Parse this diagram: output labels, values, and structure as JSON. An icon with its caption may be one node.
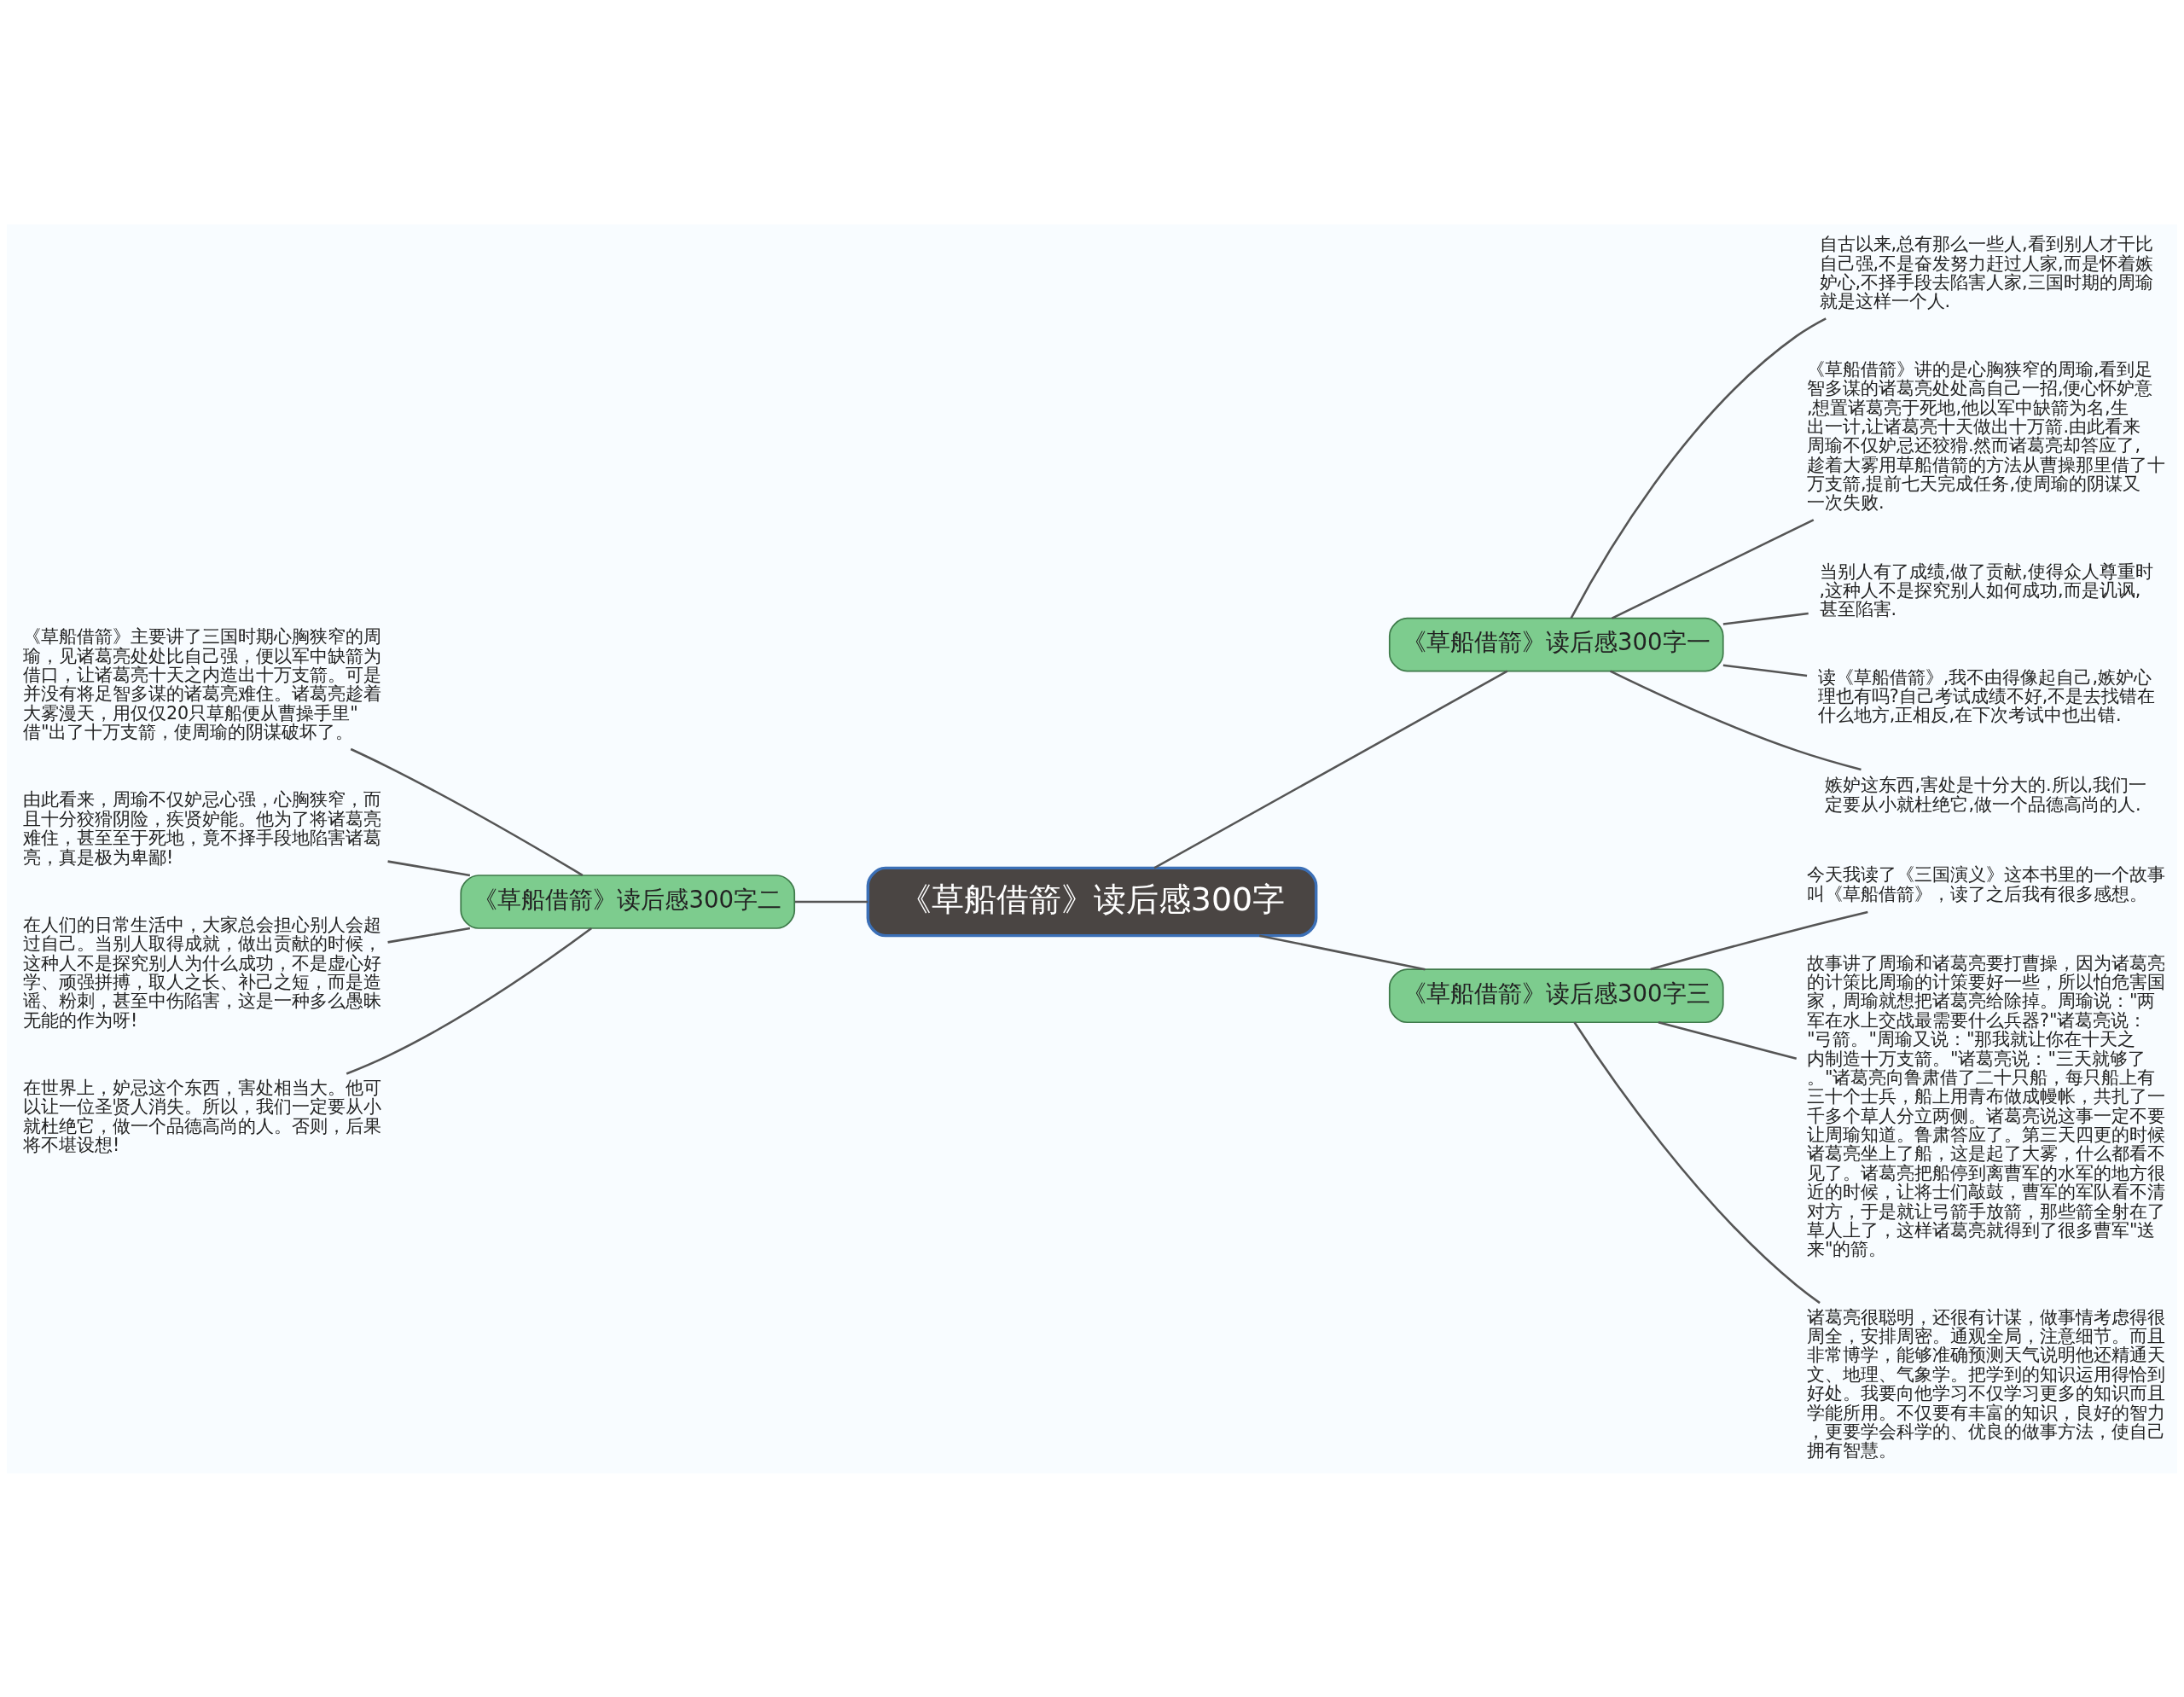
{
  "diagram": {
    "nodes": [
      {
        "text": [
          "《草船借箭》读后感300字"
        ]
      },
      {
        "text": [
          "《草船借箭》读后感300字一"
        ]
      },
      {
        "text": [
          "自古以来,总有那么一些人,看到别人才干比自己强,不是奋发努力赶过人家,而是怀着嫉妒心,不择手段去陷害人家,三国时期的周瑜就是这样一个人."
        ]
      },
      {
        "text": [
          "《草船借箭》讲的是心胸狭窄的周瑜,看到足智多谋的诸葛亮处处高自己一招,便心怀妒意,想置诸葛亮于死地,他以军中缺箭为名,生出一计,让诸葛亮十天做出十万箭.由此看来周瑜不仅妒忌还狡猾.然而诸葛亮却答应了,趁着大雾用草船借箭的方法从曹操那里借了十万支箭,提前七天完成任务,使周瑜的阴谋又一次失败."
        ]
      },
      {
        "text": [
          "当别人有了成绩,做了贡献,使得众人尊重时,这种人不是探究别人如何成功,而是讥讽,甚至陷害."
        ]
      },
      {
        "text": [
          "读《草船借箭》,我不由得像起自己,嫉妒心理也有吗?自己考试成绩不好,不是去找错在什么地方,正相反,在下次考试中也出错."
        ]
      },
      {
        "text": [
          "嫉妒这东西,害处是十分大的.所以,我们一定要从小就杜绝它,做一个品德高尚的人."
        ]
      },
      {
        "text": [
          "《草船借箭》读后感300字二"
        ]
      },
      {
        "text": [
          "《草船借箭》主要讲了三国时期心胸狭窄的周瑜，见诸葛亮处处比自己强，便以军中缺箭为借口，让诸葛亮十天之内造出十万支箭。可是并没有将足智多谋的诸葛亮难住。诸葛亮趁着大雾漫天，用仅仅20只草船便从曹操手里\"借\"出了十万支箭，使周瑜的阴谋破坏了。"
        ]
      },
      {
        "text": [
          "由此看来，周瑜不仅妒忌心强，心胸狭窄，而且十分狡猾阴险，疾贤妒能。他为了将诸葛亮难住，甚至至于死地，竟不择手段地陷害诸葛亮，真是极为卑鄙!"
        ]
      },
      {
        "text": [
          "在人们的日常生活中，大家总会担心别人会超过自己。当别人取得成就，做出贡献的时候，这种人不是探究别人为什么成功，不是虚心好学、顽强拼搏，取人之长、补己之短，而是造谣、粉刺，甚至中伤陷害，这是一种多么愚昧无能的作为呀!"
        ]
      },
      {
        "text": [
          "在世界上，妒忌这个东西，害处相当大。他可以让一位圣贤人消失。所以，我们一定要从小就杜绝它，做一个品德高尚的人。否则，后果将不堪设想!"
        ]
      },
      {
        "text": [
          "《草船借箭》读后感300字三"
        ]
      },
      {
        "text": [
          "今天我读了《三国演义》这本书里的一个故事叫《草船借箭》，读了之后我有很多感想。"
        ]
      },
      {
        "text": [
          "故事讲了周瑜和诸葛亮要打曹操，因为诸葛亮的计策比周瑜的计策要好一些，所以怕危害国家，周瑜就想把诸葛亮给除掉。周瑜说：\"两军在水上交战最需要什么兵器?\"诸葛亮说：\"弓箭。\"周瑜又说：\"那我就让你在十天之内制造十万支箭。\"诸葛亮说：\"三天就够了。\"诸葛亮向鲁肃借了二十只船，每只船上有三十个士兵，船上用青布做成幔帐，共扎了一千多个草人分立两侧。诸葛亮说这事一定不要让周瑜知道。鲁肃答应了。第三天四更的时候诸葛亮坐上了船，这是起了大雾，什么都看不见了。诸葛亮把船停到离曹军的水军的地方很近的时候，让将士们敲鼓，曹军的军队看不清对方，于是就让弓箭手放箭，那些箭全射在了草人上了，这样诸葛亮就得到了很多曹军\"送来\"的箭。"
        ]
      },
      {
        "text": [
          "诸葛亮很聪明，还很有计谋，做事情考虑得很周全，安排周密。通观全局，注意细节。而且非常博学，能够准确预测天气说明他还精通天文、地理、气象学。把学到的知识运用得恰到好处。我要向他学习不仅学习更多的知识而且学能所用。不仅要有丰富的知识，良好的智力，更要学会科学的、优良的做事方法，使自己拥有智慧。"
        ]
      }
    ],
    "edges": [
      {
        "from": 0,
        "to": 1,
        "arrow": "none"
      },
      {
        "from": 1,
        "to": 2,
        "arrow": "none"
      },
      {
        "from": 1,
        "to": 3,
        "arrow": "none"
      },
      {
        "from": 1,
        "to": 4,
        "arrow": "none"
      },
      {
        "from": 1,
        "to": 5,
        "arrow": "none"
      },
      {
        "from": 1,
        "to": 6,
        "arrow": "none"
      },
      {
        "from": 0,
        "to": 7,
        "arrow": "none"
      },
      {
        "from": 7,
        "to": 8,
        "arrow": "none"
      },
      {
        "from": 7,
        "to": 9,
        "arrow": "none"
      },
      {
        "from": 7,
        "to": 10,
        "arrow": "none"
      },
      {
        "from": 7,
        "to": 11,
        "arrow": "none"
      },
      {
        "from": 0,
        "to": 12,
        "arrow": "none"
      },
      {
        "from": 12,
        "to": 13,
        "arrow": "none"
      },
      {
        "from": 12,
        "to": 14,
        "arrow": "none"
      },
      {
        "from": 12,
        "to": 15,
        "arrow": "none"
      }
    ]
  }
}
